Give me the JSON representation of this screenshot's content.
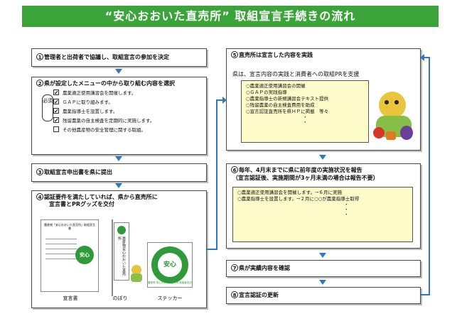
{
  "title": "“安心おおいた直売所” 取組宣言手続きの流れ",
  "steps": {
    "s1": {
      "num": "1",
      "text": "管理者と出荷者で協議し、取組宣言の参加を決定"
    },
    "s2": {
      "num": "2",
      "text": "県が設定したメニューの中から取り組む内容を選択",
      "required_label": "必須",
      "items": [
        {
          "checked": true,
          "text": "農薬適正使用講習会を開催します。"
        },
        {
          "checked": true,
          "text": "ＧＡＰに取り組みます。"
        },
        {
          "checked": true,
          "text": "農薬指導士を設置します。"
        },
        {
          "checked": true,
          "text": "残留農薬の自主検査を定期的に実施します。"
        },
        {
          "checked": false,
          "text": "その他農産物の安全管理に関する取組。"
        }
      ]
    },
    "s3": {
      "num": "3",
      "text": "取組宣言申出書を県に提出"
    },
    "s4": {
      "num": "4",
      "line1": "認証要件を満たしていれば、県から直売所に",
      "line2": "宣言書とPRグッズを交付",
      "captions": [
        "宣言書",
        "のぼり",
        "ステッカー"
      ],
      "doc_title": "農産物「安心おおいた直売所」取組宣言書",
      "anshin": "安心",
      "flag_text": "農産物安心おおいた直売所",
      "sticker_text": "農産物 安心おおいた直売所 取組宣言店"
    },
    "s5": {
      "num": "5",
      "text": "直売所は宣言した内容を実践",
      "sub": "県は、宣言内容の実践と消費者への取組PRを支援",
      "items": [
        "○農薬適正使用講習会の開催",
        "○ＧＡＰの実践指導",
        "○農薬指導士の新規講習会テキスト提供",
        "○残留農薬の自主検査費用を助成",
        "○宣言認証直売所を県ＨＰに掲載　等々"
      ],
      "dots": "・"
    },
    "s6": {
      "num": "6",
      "line1": "毎年、4月末までに県に前年度の実施状況を報告",
      "line2": "（宣言認証後、実施期間が3ヶ月未満の場合は報告不要）",
      "items": [
        "○農薬適正使用講習会を開催します。→６月に実施",
        "○農薬指導士を設置します。→２月に○○が農薬指導士取得"
      ],
      "dots": "・"
    },
    "s7": {
      "num": "7",
      "text": "県が実績内容を確認"
    },
    "s8": {
      "num": "8",
      "text": "宣言認証の更新"
    }
  },
  "colors": {
    "title_bg": "#3aa33a",
    "arrow": "#2f79c3",
    "note_bg": "#fdfbc9"
  }
}
